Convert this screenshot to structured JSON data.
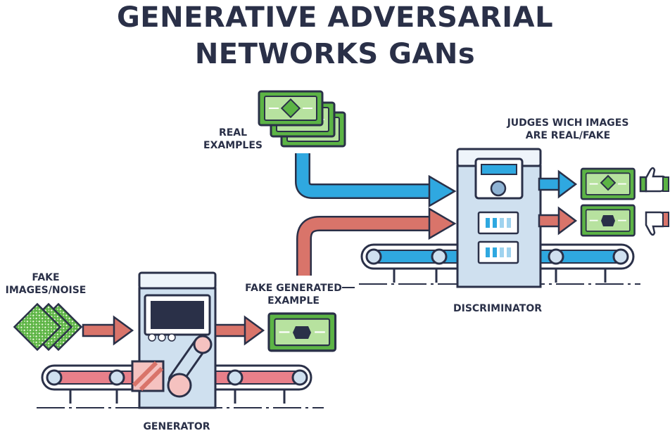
{
  "title": {
    "line1": "GENERATIVE ADVERSARIAL",
    "line2": "NETWORKS GANs"
  },
  "labels": {
    "real_examples_line1": "REAL",
    "real_examples_line2": "EXAMPLES",
    "fake_images_line1": "FAKE",
    "fake_images_line2": "IMAGES/NOISE",
    "fake_generated_line1": "FAKE GENERATED",
    "fake_generated_line2": "EXAMPLE",
    "judges_line1": "JUDGES WICH IMAGES",
    "judges_line2": "ARE REAL/FAKE",
    "discriminator": "DISCRIMINATOR",
    "generator": "GENERATOR"
  },
  "colors": {
    "outline": "#2a3048",
    "blue_arrow": "#2fa8e0",
    "red_arrow": "#d9746a",
    "money_green": "#5cb445",
    "machine_body": "#cfe0ef",
    "belt": "#e8808a"
  },
  "icons": [
    "banknote-icon",
    "noise-image-icon",
    "thumbs-up-icon",
    "thumbs-down-icon",
    "gear-roller-icon"
  ]
}
